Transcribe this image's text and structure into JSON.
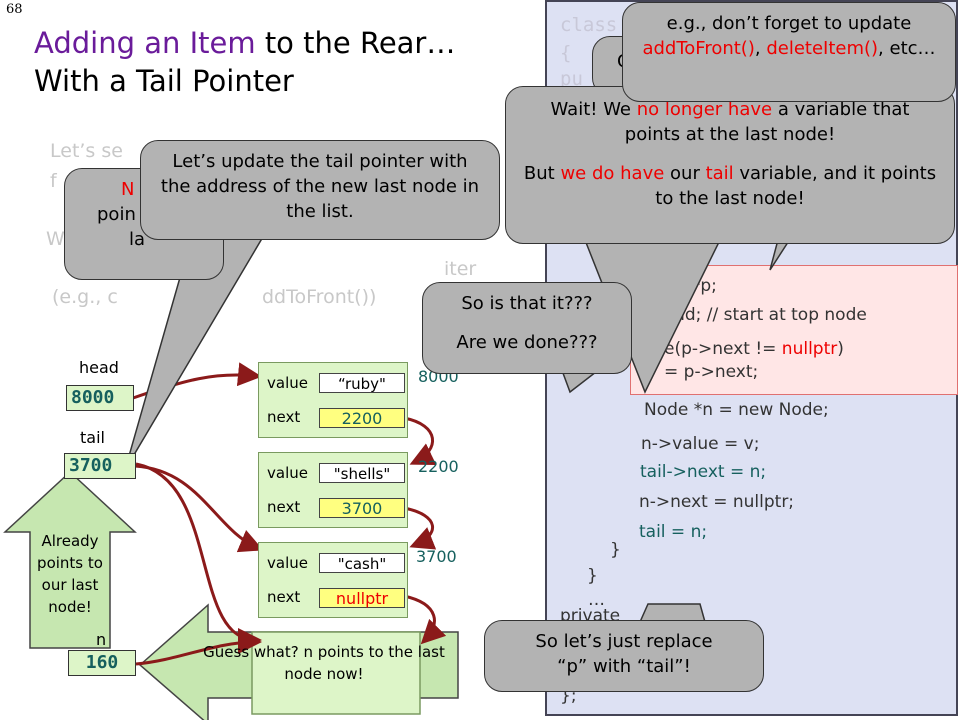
{
  "slide_number": "68",
  "title": {
    "line1_hl1": "Adding an",
    "line1_hl2": "Item",
    "line1_rest1": "to the",
    "line1_rest2": "Rear…",
    "line2": "With a Tail Pointer"
  },
  "background_text": {
    "line1": "Let’s se",
    "line2": "f",
    "line3": "W",
    "line4": "iter",
    "line5": "(e.g., c",
    "line5b": "ddToFront())"
  },
  "code": {
    "class_kw": "class",
    "brace_open": "{",
    "pub": "pu",
    "line_node_p": "e *p;",
    "line_head": "ead; // start at top node",
    "line_while_a": "e(p->next != ",
    "line_while_null": "nullptr",
    "line_while_b": ")",
    "line_advance": "= p->next;",
    "line_new": "Node *n = new Node;",
    "line_value": "n->value = v;",
    "line_tail_next": "tail->next = n;",
    "line_n_next": "n->next = nullptr;",
    "line_tail_eq": "tail = n;",
    "close1": "}",
    "close2": "}",
    "ellipsis": "…",
    "private": "private",
    "close3": "};"
  },
  "nodes": [
    {
      "value_label": "value",
      "value": "“ruby\"",
      "next_label": "next",
      "next": "2200",
      "addr": "8000"
    },
    {
      "value_label": "value",
      "value": "\"shells\"",
      "next_label": "next",
      "next": "3700",
      "addr": "2200"
    },
    {
      "value_label": "value",
      "value": "\"cash\"",
      "next_label": "next",
      "next": "nullptr",
      "addr": "3700"
    }
  ],
  "vars": {
    "head_label": "head",
    "head_value": "8000",
    "tail_label": "tail",
    "tail_value": "3700",
    "n_label": "n",
    "n_value": "160"
  },
  "callouts": {
    "red_partial_line1": "N",
    "red_partial_line2": "poin",
    "red_partial_line3": "la",
    "tail_update": "Let’s update the tail pointer with the address of the new last node in the list.",
    "wait_a": "Wait! We ",
    "wait_red": "no longer have",
    "wait_b": " a variable that points at the last node!",
    "but_a": "But ",
    "but_red1": "we do have",
    "but_b": " our ",
    "but_red2": "tail",
    "but_c": " variable, and it points to the last node!",
    "forget_a": "e.g., don’t forget to update ",
    "forget_red1": "addToFront()",
    "forget_sep": ", ",
    "forget_red2": "deleteItem()",
    "forget_b": ", etc…",
    "partial_top": "C",
    "is_that_it": "So is that it???",
    "are_we_done": "Are we done???",
    "already_points": "Already points to our last node!",
    "guess_what": "Guess what? n points to the last node now!",
    "replace_a": "So let’s just replace",
    "replace_b": "“p” with “tail”!"
  },
  "colors": {
    "title_highlight": "#6a1b9a",
    "code_panel_bg": "#dde1f3",
    "loop_box_bg": "#ffe6e6",
    "node_bg": "#ddf5c8",
    "next_field_bg": "#ffff80",
    "address_teal": "#16605e",
    "callout_gray": "#b3b3b3",
    "arrow_green": "#c6e7b0",
    "pointer_arrow": "#8b1a1a",
    "highlight_red": "#e00000"
  }
}
